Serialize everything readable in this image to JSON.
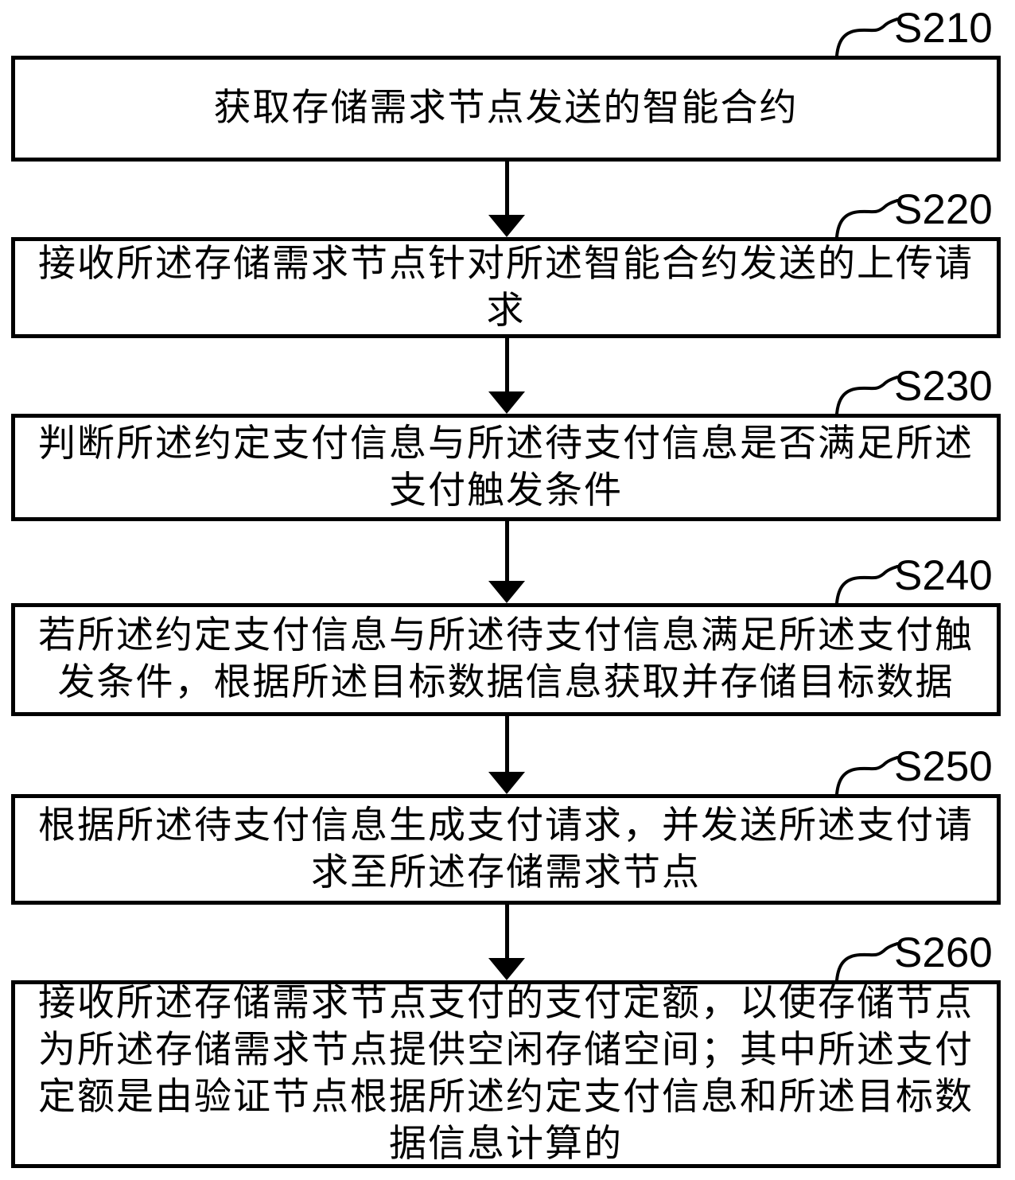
{
  "figure": {
    "type": "flowchart",
    "background_color": "#ffffff",
    "line_color": "#000000",
    "direction": "top-to-bottom"
  },
  "steps": [
    {
      "id": "S210",
      "lines": [
        "获取存储需求节点发送的智能合约"
      ]
    },
    {
      "id": "S220",
      "lines": [
        "接收所述存储需求节点针对所述智能合约发送的上传请",
        "求"
      ]
    },
    {
      "id": "S230",
      "lines": [
        "判断所述约定支付信息与所述待支付信息是否满足所述",
        "支付触发条件"
      ]
    },
    {
      "id": "S240",
      "lines": [
        "若所述约定支付信息与所述待支付信息满足所述支付触",
        "发条件，根据所述目标数据信息获取并存储目标数据"
      ]
    },
    {
      "id": "S250",
      "lines": [
        "根据所述待支付信息生成支付请求，并发送所述支付请",
        "求至所述存储需求节点"
      ]
    },
    {
      "id": "S260",
      "lines": [
        "接收所述存储需求节点支付的支付定额，以使存储节点",
        "为所述存储需求节点提供空闲存储空间；其中所述支付",
        "定额是由验证节点根据所述约定支付信息和所述目标数",
        "据信息计算的"
      ]
    }
  ]
}
